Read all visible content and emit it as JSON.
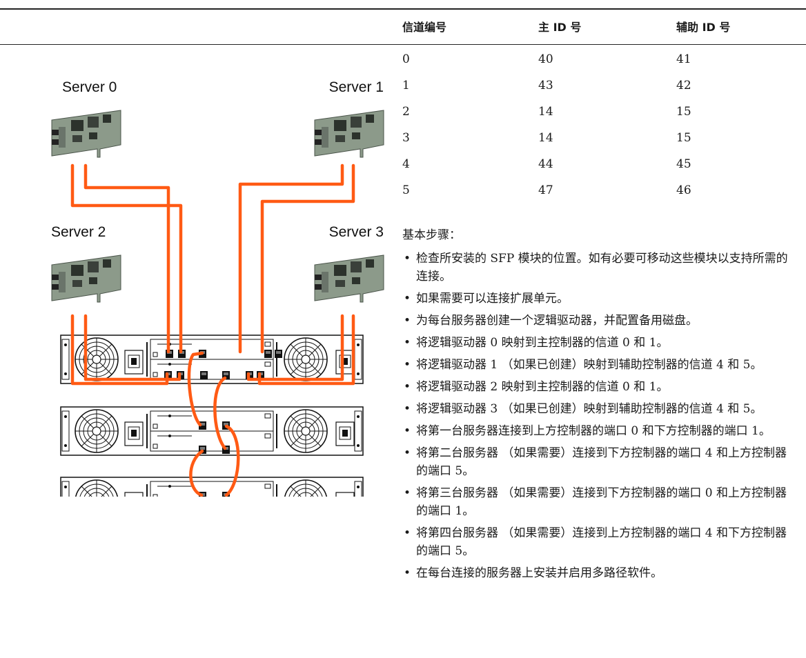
{
  "table": {
    "headers": [
      "信道编号",
      "主 ID 号",
      "辅助 ID 号"
    ],
    "rows": [
      [
        "0",
        "40",
        "41"
      ],
      [
        "1",
        "43",
        "42"
      ],
      [
        "2",
        "14",
        "15"
      ],
      [
        "3",
        "14",
        "15"
      ],
      [
        "4",
        "44",
        "45"
      ],
      [
        "5",
        "47",
        "46"
      ]
    ]
  },
  "diagram": {
    "servers": [
      "Server 0",
      "Server 1",
      "Server 2",
      "Server 3"
    ],
    "cable_color": "#ff5a14"
  },
  "steps": {
    "heading": "基本步骤：",
    "items": [
      "检查所安装的 SFP 模块的位置。如有必要可移动这些模块以支持所需的连接。",
      "如果需要可以连接扩展单元。",
      "为每台服务器创建一个逻辑驱动器，并配置备用磁盘。",
      "将逻辑驱动器 0 映射到主控制器的信道 0 和 1。",
      "将逻辑驱动器 1 （如果已创建）映射到辅助控制器的信道 4 和 5。",
      "将逻辑驱动器 2 映射到主控制器的信道 0 和 1。",
      "将逻辑驱动器 3 （如果已创建）映射到辅助控制器的信道 4 和 5。",
      "将第一台服务器连接到上方控制器的端口 0 和下方控制器的端口 1。",
      "将第二台服务器 （如果需要）连接到下方控制器的端口 4 和上方控制器的端口 5。",
      "将第三台服务器 （如果需要）连接到下方控制器的端口 0 和上方控制器的端口 1。",
      "将第四台服务器 （如果需要）连接到上方控制器的端口 4 和下方控制器的端口 5。",
      "在每台连接的服务器上安装并启用多路径软件。"
    ]
  }
}
